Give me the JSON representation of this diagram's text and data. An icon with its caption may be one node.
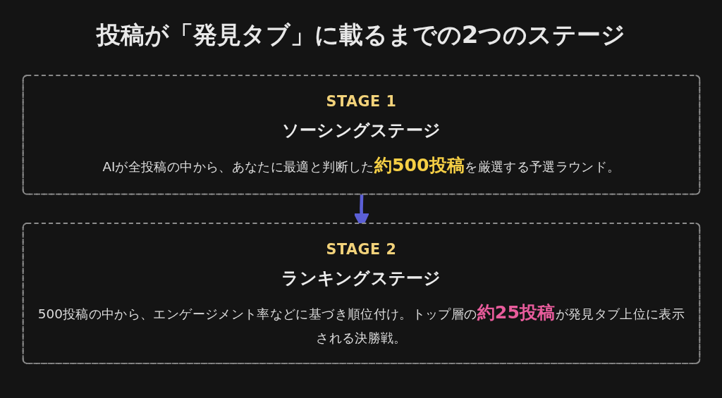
{
  "diagram": {
    "title": "投稿が「発見タブ」に載るまでの2つのステージ",
    "nodes": [
      {
        "text": [
          "STAGE 1",
          "ソーシングステージ",
          "AIが全投稿の中から、あなたに最適と判断した**約500投稿**を厳選する予選ラウンド。"
        ]
      },
      {
        "text": [
          "STAGE 2",
          "ランキングステージ",
          "500投稿の中から、エンゲージメント率などに基づき順位付け。トップ層の**約25投稿**が発見タブ上位に表示される決勝戦。"
        ]
      }
    ],
    "edges": [
      {
        "from": 0,
        "to": 1,
        "arrow": "to"
      }
    ]
  }
}
